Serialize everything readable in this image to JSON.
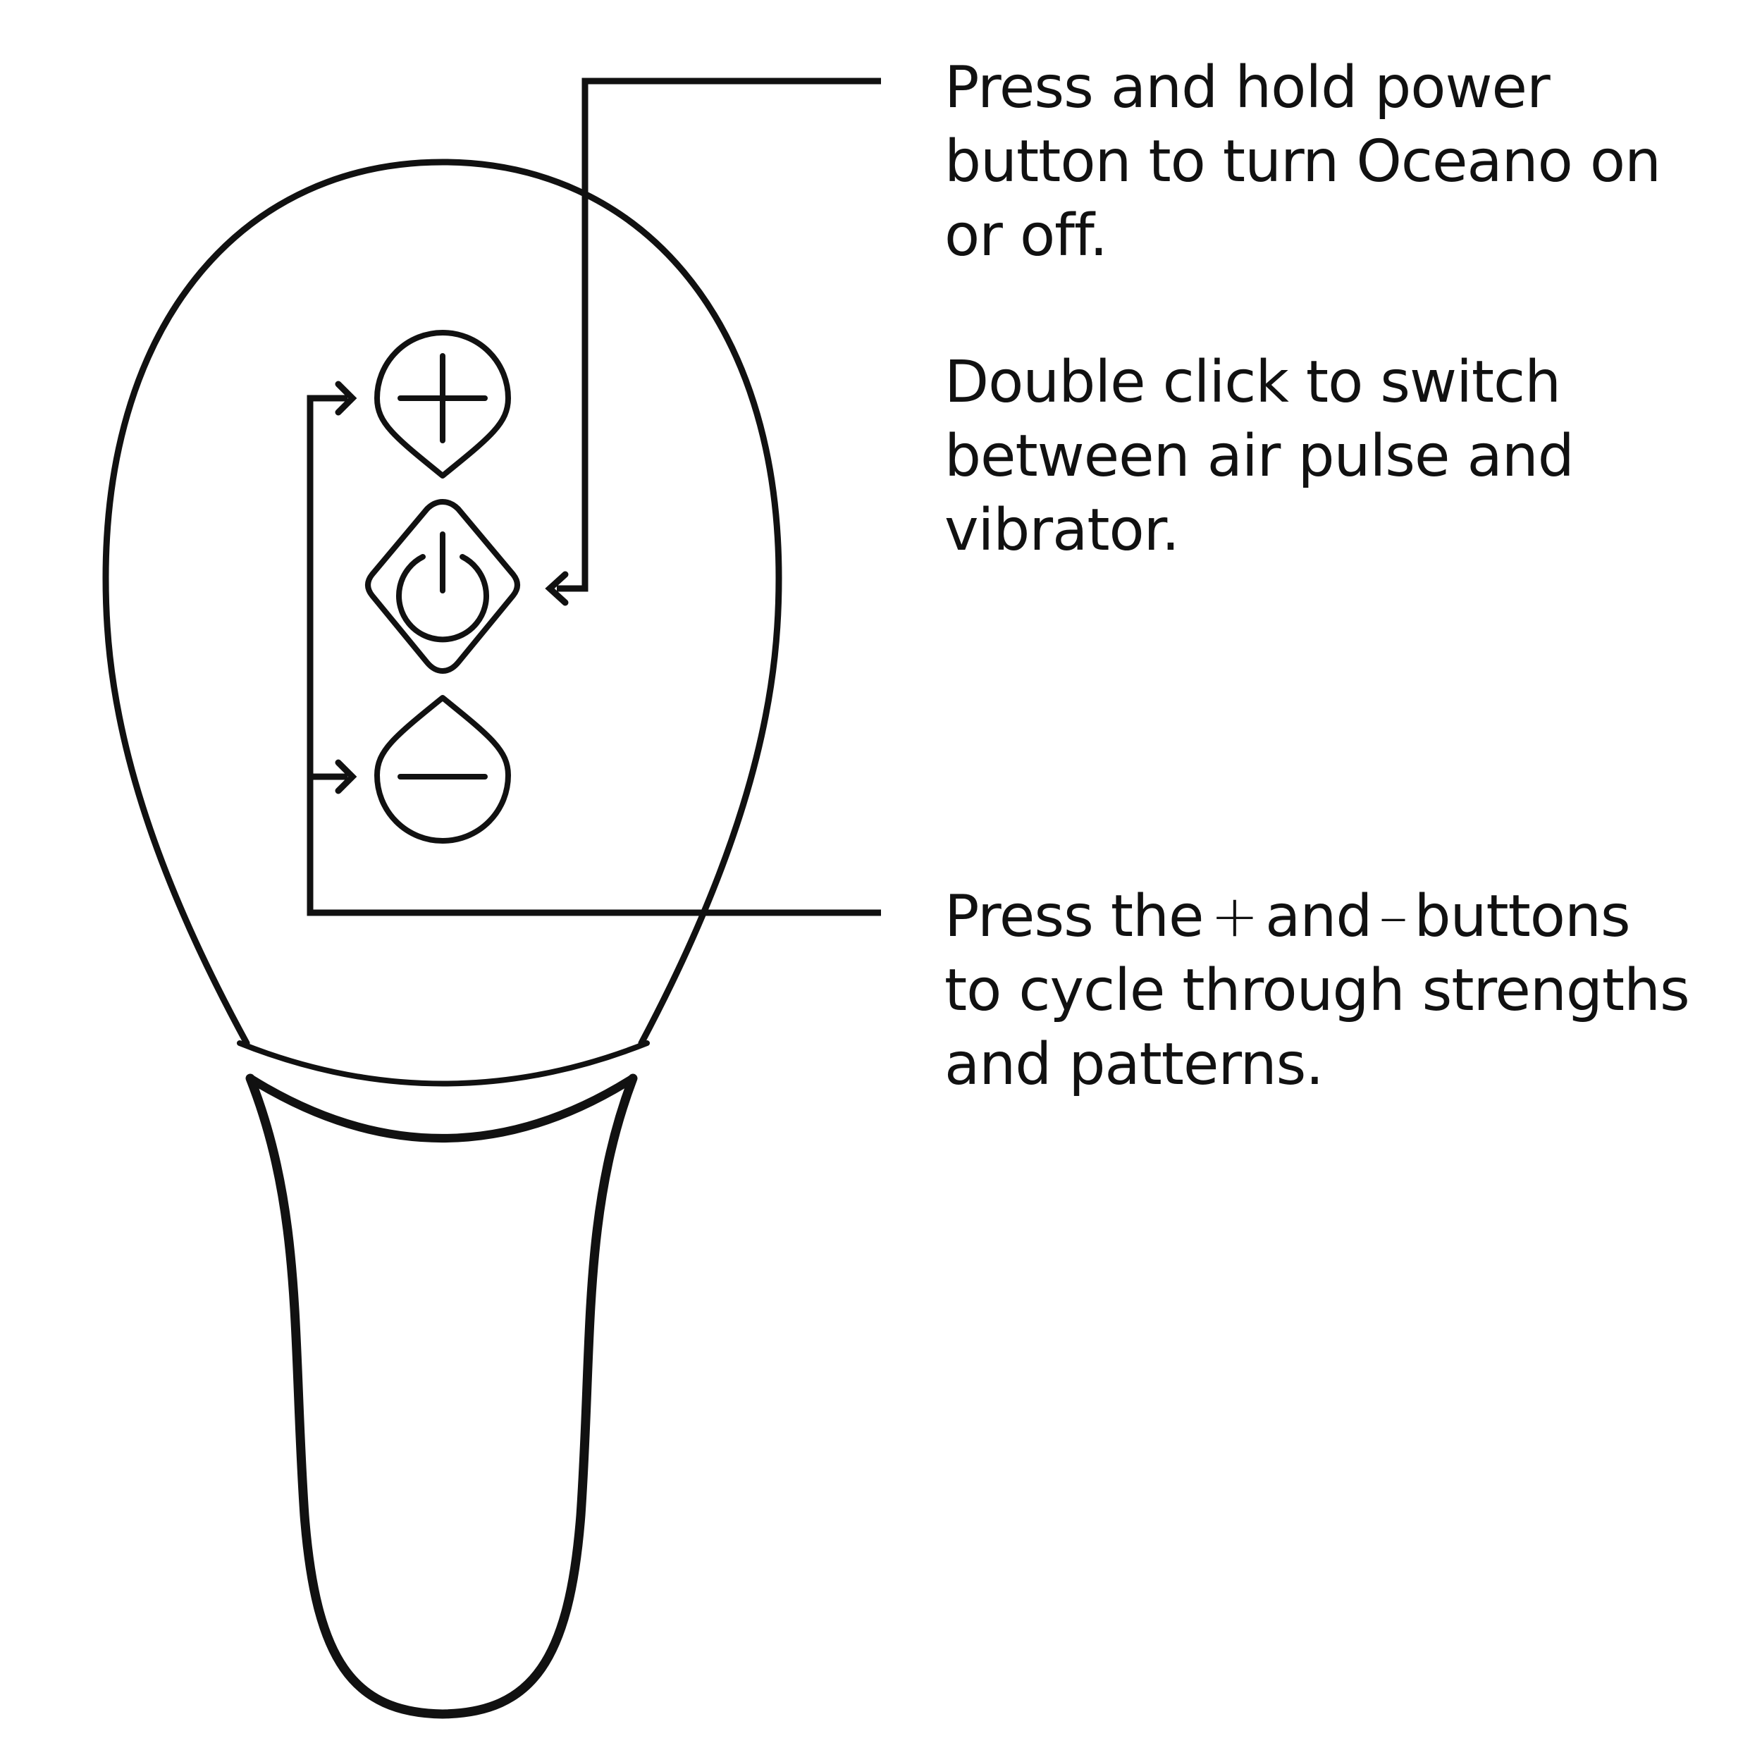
{
  "colors": {
    "stroke": "#111111",
    "background": "#ffffff"
  },
  "icons": {
    "plus": "plus-icon",
    "power": "power-icon",
    "minus": "minus-icon"
  },
  "captions": {
    "power": {
      "lines": [
        "Press and hold power",
        "button to turn Oceano on",
        "or off."
      ]
    },
    "mode": {
      "lines": [
        "Double click to switch",
        "between air pulse and",
        "vibrator."
      ]
    },
    "level": {
      "line1_start": "Press the",
      "plus_symbol": "+",
      "line1_middle": "and",
      "minus_symbol": "–",
      "line1_end": "buttons",
      "line2": "to cycle through strengths",
      "line3": "and patterns."
    }
  }
}
